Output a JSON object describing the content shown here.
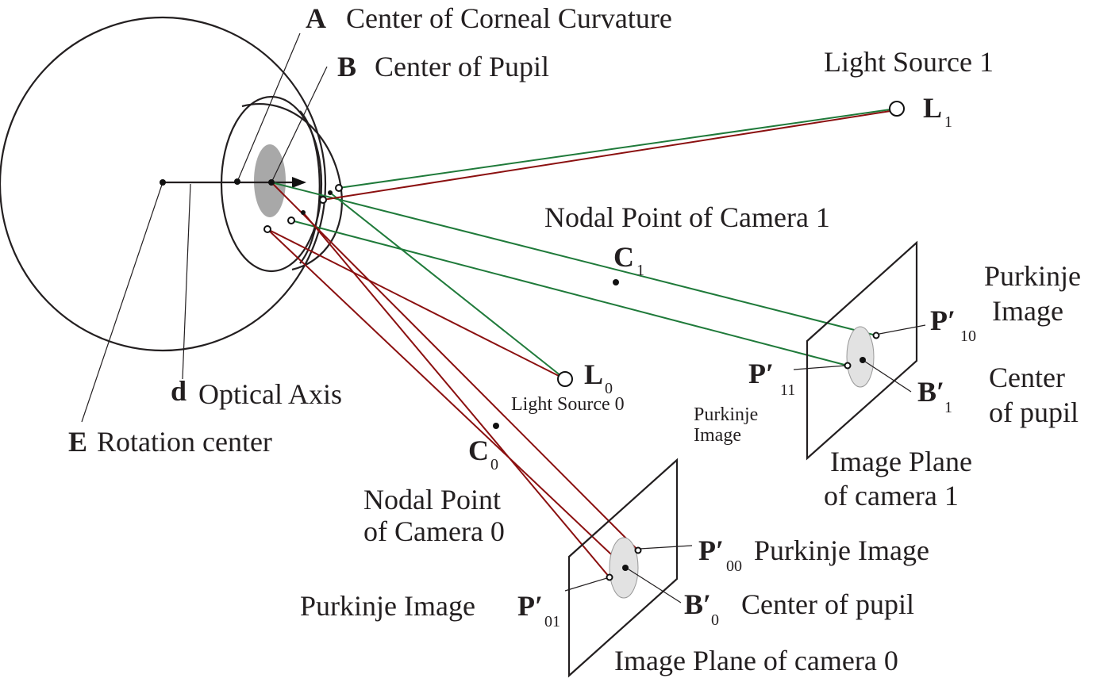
{
  "labels": {
    "a_letter": "A",
    "a_text": "Center of Corneal  Curvature",
    "b_letter": "B",
    "b_text": "Center of Pupil",
    "light_source_1": "Light Source 1",
    "l1_letter": "L",
    "l1_sub": "1",
    "nodal_cam1": "Nodal Point of Camera 1",
    "c1_letter": "C",
    "c1_sub": "1",
    "purkinje_image_r1": "Purkinje",
    "purkinje_image_r2": "Image",
    "p10_letter": "P′",
    "p10_sub": "10",
    "p11_letter": "P′",
    "p11_sub": "11",
    "purkinje_small_1": "Purkinje",
    "purkinje_small_2": "Image",
    "b1_letter": "B′",
    "b1_sub": "1",
    "center_pupil_1a": "Center",
    "center_pupil_1b": "of pupil",
    "image_plane_cam1_a": "Image Plane",
    "image_plane_cam1_b": "of camera 1",
    "l0_letter": "L",
    "l0_sub": "0",
    "light_source_0": "Light Source 0",
    "d_letter": "d",
    "optical_axis": "Optical Axis",
    "e_letter": "E",
    "rotation_center": "Rotation center",
    "c0_letter": "C",
    "c0_sub": "0",
    "nodal_cam0_a": "Nodal Point",
    "nodal_cam0_b": "of Camera 0",
    "p00_letter": "P′",
    "p00_sub": "00",
    "purkinje_image_00": "Purkinje Image",
    "b0_letter": "B′",
    "b0_sub": "0",
    "center_pupil_0": "Center of pupil",
    "purkinje_image_01": "Purkinje Image",
    "p01_letter": "P′",
    "p01_sub": "01",
    "image_plane_cam0": "Image Plane of camera 0"
  },
  "colors": {
    "ray_green": "#1f7a3a",
    "ray_red": "#8b1010",
    "pupil_fill": "#a8a8a8",
    "image_pupil_fill": "#e2e2e2"
  }
}
